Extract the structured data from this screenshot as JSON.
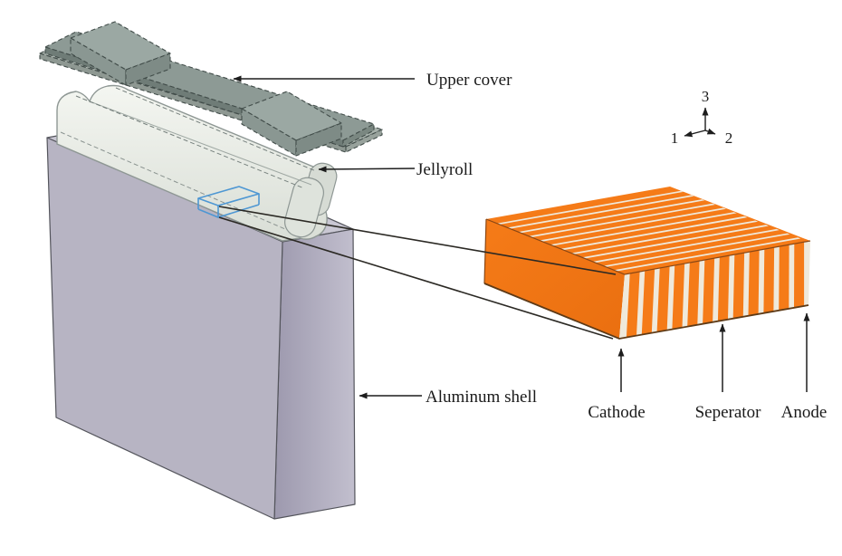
{
  "figure": {
    "description": "Exploded schematic of a prismatic lithium-ion battery cell with magnified electrode stack",
    "background": "#ffffff"
  },
  "labels": {
    "upper_cover": "Upper cover",
    "jellyroll": "Jellyroll",
    "aluminum_shell": "Aluminum shell",
    "cathode": "Cathode",
    "separator": "Seperator",
    "anode": "Anode"
  },
  "axes": {
    "axis1": "1",
    "axis2": "2",
    "axis3": "3"
  },
  "colors": {
    "cathode_orange": "#F57B18",
    "separator_cream": "#EFE9DB",
    "shell_gray": "#B7B4C3",
    "shell_top_gray": "#C9C7D3",
    "cover_green_gray": "#8D9A95",
    "jellyroll_light": "#EAEDE6",
    "callout_blue": "#4E97D3",
    "line_black": "#2B2924"
  },
  "layers": {
    "right_face_orange_stripes": 12,
    "top_face_separator_lines": 12
  }
}
